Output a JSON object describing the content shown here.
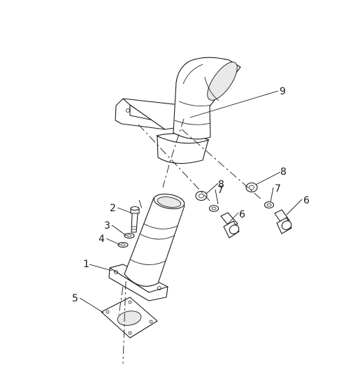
{
  "diagram": {
    "callouts": [
      {
        "id": "c1",
        "label": "1"
      },
      {
        "id": "c2",
        "label": "2"
      },
      {
        "id": "c3",
        "label": "3"
      },
      {
        "id": "c4",
        "label": "4"
      },
      {
        "id": "c5",
        "label": "5"
      },
      {
        "id": "c6a",
        "label": "6"
      },
      {
        "id": "c6b",
        "label": "6"
      },
      {
        "id": "c7a",
        "label": "7"
      },
      {
        "id": "c7b",
        "label": "7"
      },
      {
        "id": "c8a",
        "label": "8"
      },
      {
        "id": "c8b",
        "label": "8"
      },
      {
        "id": "c9",
        "label": "9"
      }
    ]
  }
}
